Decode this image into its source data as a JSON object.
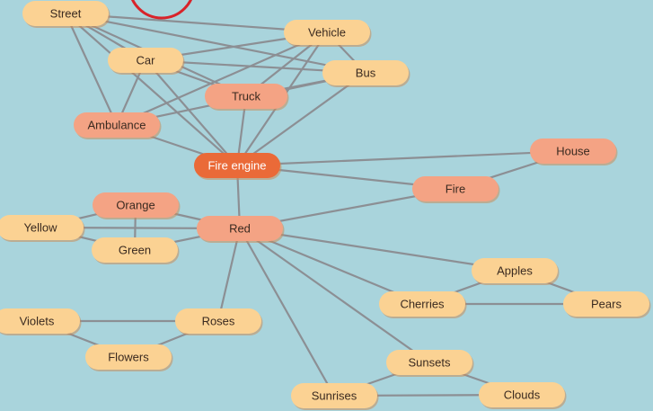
{
  "colors": {
    "background": "#a9d4dc",
    "edge": "#8c8f94",
    "node_light": "#fbd293",
    "node_medium": "#f4a384",
    "node_hub": "#ea6a38",
    "node_shadow": "#c98d5a",
    "highlight_circle": "#d8232a"
  },
  "nodes": [
    {
      "id": "street",
      "label": "Street",
      "tone": "light"
    },
    {
      "id": "vehicle",
      "label": "Vehicle",
      "tone": "light"
    },
    {
      "id": "car",
      "label": "Car",
      "tone": "light"
    },
    {
      "id": "bus",
      "label": "Bus",
      "tone": "light"
    },
    {
      "id": "truck",
      "label": "Truck",
      "tone": "medium"
    },
    {
      "id": "ambulance",
      "label": "Ambulance",
      "tone": "medium"
    },
    {
      "id": "fire_engine",
      "label": "Fire engine",
      "tone": "hub"
    },
    {
      "id": "house",
      "label": "House",
      "tone": "medium"
    },
    {
      "id": "fire",
      "label": "Fire",
      "tone": "medium"
    },
    {
      "id": "orange",
      "label": "Orange",
      "tone": "medium"
    },
    {
      "id": "yellow",
      "label": "Yellow",
      "tone": "light"
    },
    {
      "id": "red",
      "label": "Red",
      "tone": "medium"
    },
    {
      "id": "green",
      "label": "Green",
      "tone": "light"
    },
    {
      "id": "apples",
      "label": "Apples",
      "tone": "light"
    },
    {
      "id": "cherries",
      "label": "Cherries",
      "tone": "light"
    },
    {
      "id": "pears",
      "label": "Pears",
      "tone": "light"
    },
    {
      "id": "violets",
      "label": "Violets",
      "tone": "light"
    },
    {
      "id": "roses",
      "label": "Roses",
      "tone": "light"
    },
    {
      "id": "flowers",
      "label": "Flowers",
      "tone": "light"
    },
    {
      "id": "sunsets",
      "label": "Sunsets",
      "tone": "light"
    },
    {
      "id": "sunrises",
      "label": "Sunrises",
      "tone": "light"
    },
    {
      "id": "clouds",
      "label": "Clouds",
      "tone": "light"
    }
  ],
  "edges": [
    [
      "street",
      "vehicle"
    ],
    [
      "street",
      "bus"
    ],
    [
      "street",
      "car"
    ],
    [
      "street",
      "ambulance"
    ],
    [
      "street",
      "fire_engine"
    ],
    [
      "street",
      "truck"
    ],
    [
      "vehicle",
      "car"
    ],
    [
      "vehicle",
      "ambulance"
    ],
    [
      "vehicle",
      "truck"
    ],
    [
      "vehicle",
      "fire_engine"
    ],
    [
      "vehicle",
      "bus"
    ],
    [
      "car",
      "bus"
    ],
    [
      "car",
      "ambulance"
    ],
    [
      "car",
      "fire_engine"
    ],
    [
      "car",
      "truck"
    ],
    [
      "bus",
      "truck"
    ],
    [
      "bus",
      "fire_engine"
    ],
    [
      "bus",
      "ambulance"
    ],
    [
      "truck",
      "fire_engine"
    ],
    [
      "ambulance",
      "fire_engine"
    ],
    [
      "fire_engine",
      "house"
    ],
    [
      "fire_engine",
      "fire"
    ],
    [
      "fire_engine",
      "red"
    ],
    [
      "house",
      "fire"
    ],
    [
      "fire",
      "red"
    ],
    [
      "red",
      "orange"
    ],
    [
      "red",
      "yellow"
    ],
    [
      "red",
      "green"
    ],
    [
      "red",
      "apples"
    ],
    [
      "red",
      "cherries"
    ],
    [
      "red",
      "roses"
    ],
    [
      "red",
      "sunsets"
    ],
    [
      "red",
      "sunrises"
    ],
    [
      "orange",
      "yellow"
    ],
    [
      "orange",
      "green"
    ],
    [
      "yellow",
      "green"
    ],
    [
      "apples",
      "cherries"
    ],
    [
      "apples",
      "pears"
    ],
    [
      "cherries",
      "pears"
    ],
    [
      "violets",
      "roses"
    ],
    [
      "violets",
      "flowers"
    ],
    [
      "roses",
      "flowers"
    ],
    [
      "sunsets",
      "sunrises"
    ],
    [
      "sunsets",
      "clouds"
    ],
    [
      "sunrises",
      "clouds"
    ]
  ]
}
